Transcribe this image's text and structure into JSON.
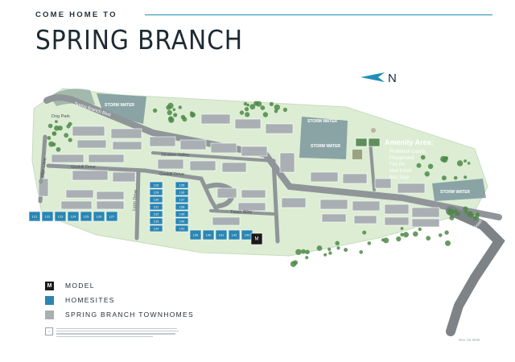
{
  "header": {
    "eyebrow": "COME HOME TO",
    "title": "SPRING BRANCH"
  },
  "compass": {
    "label": "N"
  },
  "colors": {
    "homesite": "#2a86b3",
    "townhome": "#a9afb3",
    "model": "#1a1a1a",
    "grass": "#dcedd4",
    "road": "#8f9599",
    "accent": "#1f8fb7"
  },
  "map_labels": {
    "storm_water_1": "STORM WATER",
    "storm_water_2": "STORM WATER",
    "storm_water_3": "STORM WATER",
    "storm_water_4": "STORM WATER",
    "dog_park": "Dog Park",
    "stratton_valley": "Stratton Valley",
    "gaskill_drive_1": "Gaskill Drive",
    "gaskill_drive_2": "Gaskill Drive",
    "twain_alley": "Twain Alley",
    "grudge_lane": "Grudge Lane",
    "lyon_drive": "Lyon Drive",
    "spring_branch_blvd": "Spring Branch Blvd",
    "rock_springs_road": "Rock Springs Road"
  },
  "amenity": {
    "title": "Amenity Area:",
    "items": [
      "Pickleball Courts",
      "Playground",
      "Fire Pit",
      "Mail Kiosk",
      "Bus Stop"
    ]
  },
  "homesites": {
    "bottom_row": [
      "121",
      "122",
      "123",
      "124",
      "125",
      "126",
      "127"
    ],
    "column": [
      "128",
      "129",
      "130",
      "131",
      "132",
      "133",
      "134",
      "135",
      "136",
      "137",
      "138",
      "139",
      "140",
      "141"
    ],
    "south_row": [
      "139",
      "140",
      "141",
      "142",
      "143"
    ],
    "model_lot": "M"
  },
  "legend": [
    {
      "key": "model",
      "label": "MODEL",
      "mark": "M"
    },
    {
      "key": "homesites",
      "label": "HOMESITES",
      "mark": ""
    },
    {
      "key": "townhomes",
      "label": "SPRING BRANCH TOWNHOMES",
      "mark": ""
    }
  ],
  "footer": {
    "revision": "Rev. 02.2026"
  }
}
